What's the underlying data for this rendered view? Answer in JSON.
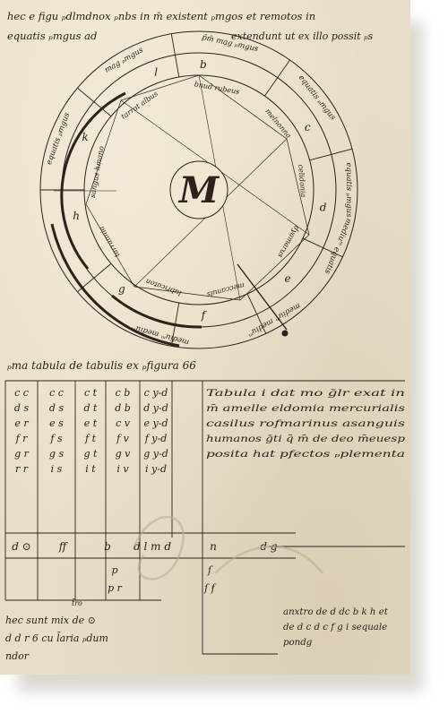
{
  "header": {
    "line1": "hec e figu ₚdlmdnox ₚnbs in m̄ existent ₚmgos et remotos in",
    "line2": "equatis ₚmgus ad",
    "right": "extendunt ut ex illo possit ₚs"
  },
  "wheel": {
    "center_glyph": "M",
    "outer_labels": [
      "p̄m̄ mag ₚmgus",
      "equatis ₚmgus",
      "equatis ₚmgus",
      "mediuᵐ equatis",
      "mediuᵐ mediuᵐ",
      "mediuᵐ mediuᵐ",
      "equatis ₚmgus",
      "mag ₚmgus"
    ],
    "inner_labels": [
      "bnud rubeus",
      "melnonna",
      "celidonia",
      "dyamarus",
      "meccanuls",
      "lubricaton",
      "tarrannia",
      "sangus hmano",
      "tarrat albus"
    ],
    "letters": [
      "b",
      "c",
      "d",
      "e",
      "f",
      "g",
      "h",
      "k",
      "l"
    ]
  },
  "table_title": "ₚma tabula de tabulis ex ₚfigura 66",
  "grid": {
    "rows": [
      [
        "c c",
        "c c",
        "c t",
        "c b",
        "c y-d"
      ],
      [
        "d s",
        "d s",
        "d t",
        "d b",
        "d y-d"
      ],
      [
        "e r",
        "e s",
        "e t",
        "c v",
        "e y-d"
      ],
      [
        "f r",
        "f s",
        "f t",
        "f v",
        "f y-d"
      ],
      [
        "g r",
        "g s",
        "g t",
        "g v",
        "g y-d"
      ],
      [
        "r r",
        "i s",
        "i t",
        "i v",
        "i y-d"
      ]
    ]
  },
  "right_note": [
    "Tabula i dat mo ḡlr exat in",
    "m̄ amelle eldomia mercurialis",
    "casilus rofmarinus asanguis",
    "humanos ḡti q̄ m̄ de deo m̄euesp",
    "posita hat pfectos ₚplementa"
  ],
  "lower_row": [
    "d ⊙",
    "ff",
    "b",
    "d l m d",
    "n",
    "d g"
  ],
  "lower_cells": [
    "p",
    "p r",
    "ſ",
    "ſ ẜ"
  ],
  "bottom_left": [
    "hec sunt mix de ⊙",
    "d d r 6 cu l̄aria ₚdum",
    "ndor"
  ],
  "bottom_left_superscript": "t̄ro",
  "bottom_right": [
    "anxtro de d dc b k h et",
    "de d c d c f g i sequale",
    "pondg"
  ]
}
